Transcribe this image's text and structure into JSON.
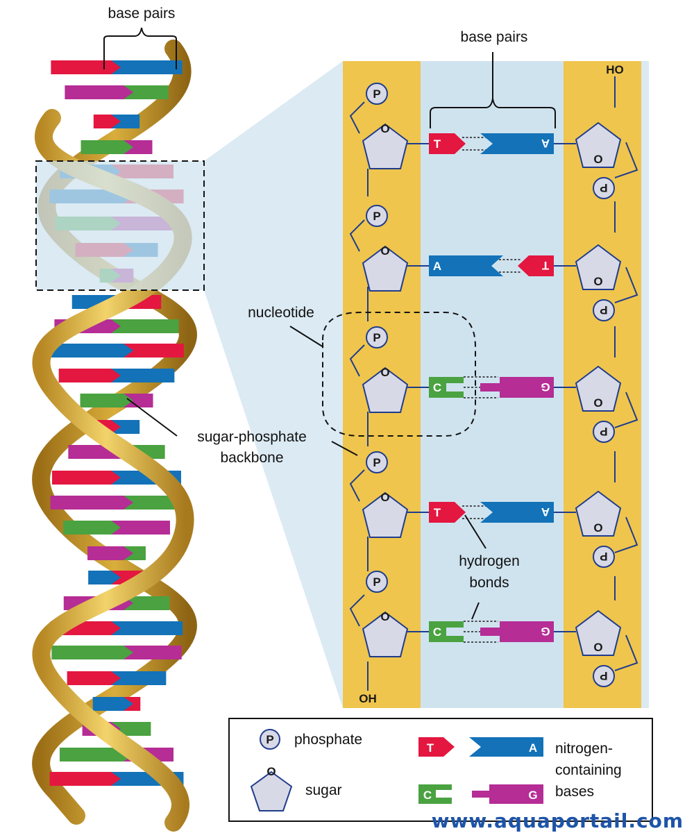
{
  "labels": {
    "base_pairs_left": "base pairs",
    "base_pairs_right": "base pairs",
    "nucleotide": "nucleotide",
    "backbone_line1": "sugar-phosphate",
    "backbone_line2": "backbone",
    "hbonds_line1": "hydrogen",
    "hbonds_line2": "bonds"
  },
  "atoms": {
    "phosphate": "P",
    "sugar_oxygen": "O",
    "top_hydroxyl": "HO",
    "bottom_hydroxyl": "OH"
  },
  "pairs": [
    {
      "left": "T",
      "right": "A"
    },
    {
      "left": "A",
      "right": "T"
    },
    {
      "left": "C",
      "right": "G"
    },
    {
      "left": "T",
      "right": "A"
    },
    {
      "left": "C",
      "right": "G"
    }
  ],
  "legend": {
    "phosphate_symbol": "P",
    "phosphate_label": "phosphate",
    "sugar_symbol": "O",
    "sugar_label": "sugar",
    "base_T": "T",
    "base_A": "A",
    "base_C": "C",
    "base_G": "G",
    "bases_line1": "nitrogen-",
    "bases_line2": "containing",
    "bases_line3": "bases"
  },
  "watermark": "www.aquaportail.com",
  "colors": {
    "thymine": "#e3173f",
    "adenine": "#1372b8",
    "cytosine": "#4aa240",
    "guanine": "#b52d95",
    "backbone": "#efc54d",
    "helix_ribbon": "#d6a833",
    "zoom_panel": "#cfe3ef",
    "sugar_fill": "#d8d9e6",
    "line": "#1f3c8c"
  }
}
